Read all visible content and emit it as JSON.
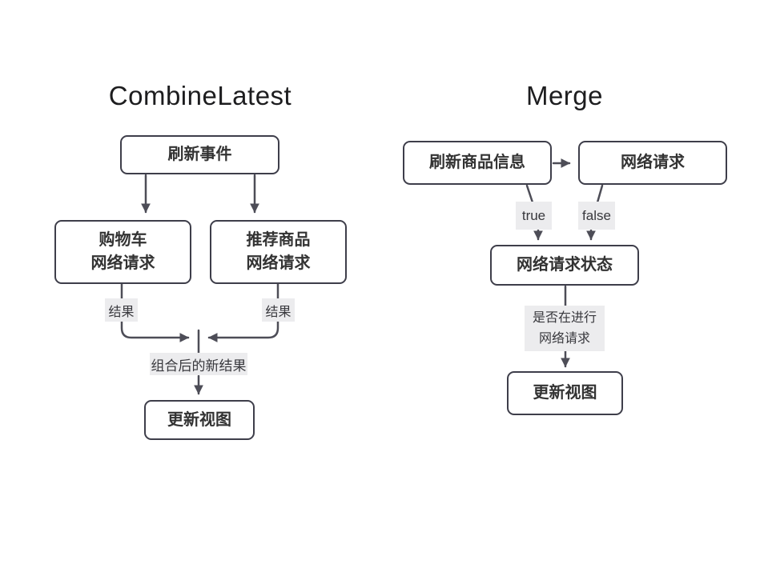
{
  "left_diagram": {
    "title": "CombineLatest",
    "nodes": {
      "refresh_event": "刷新事件",
      "cart_request": {
        "line1": "购物车",
        "line2": "网络请求"
      },
      "recommend_request": {
        "line1": "推荐商品",
        "line2": "网络请求"
      },
      "update_view": "更新视图"
    },
    "edge_labels": {
      "result_left": "结果",
      "result_right": "结果",
      "combined_result": "组合后的新结果"
    }
  },
  "right_diagram": {
    "title": "Merge",
    "nodes": {
      "refresh_product_info": "刷新商品信息",
      "network_request": "网络请求",
      "network_status": "网络请求状态",
      "update_view": "更新视图"
    },
    "edge_labels": {
      "true_branch": "true",
      "false_branch": "false",
      "in_progress": {
        "line1": "是否在进行",
        "line2": "网络请求"
      }
    }
  },
  "colors": {
    "box_border": "#3e3e4a",
    "box_fill": "#ffffff",
    "box_text": "#333333",
    "connector": "#4d4d57",
    "label_bg": "#ececee",
    "label_text": "#38383d",
    "title_text": "#1d1d1f"
  }
}
